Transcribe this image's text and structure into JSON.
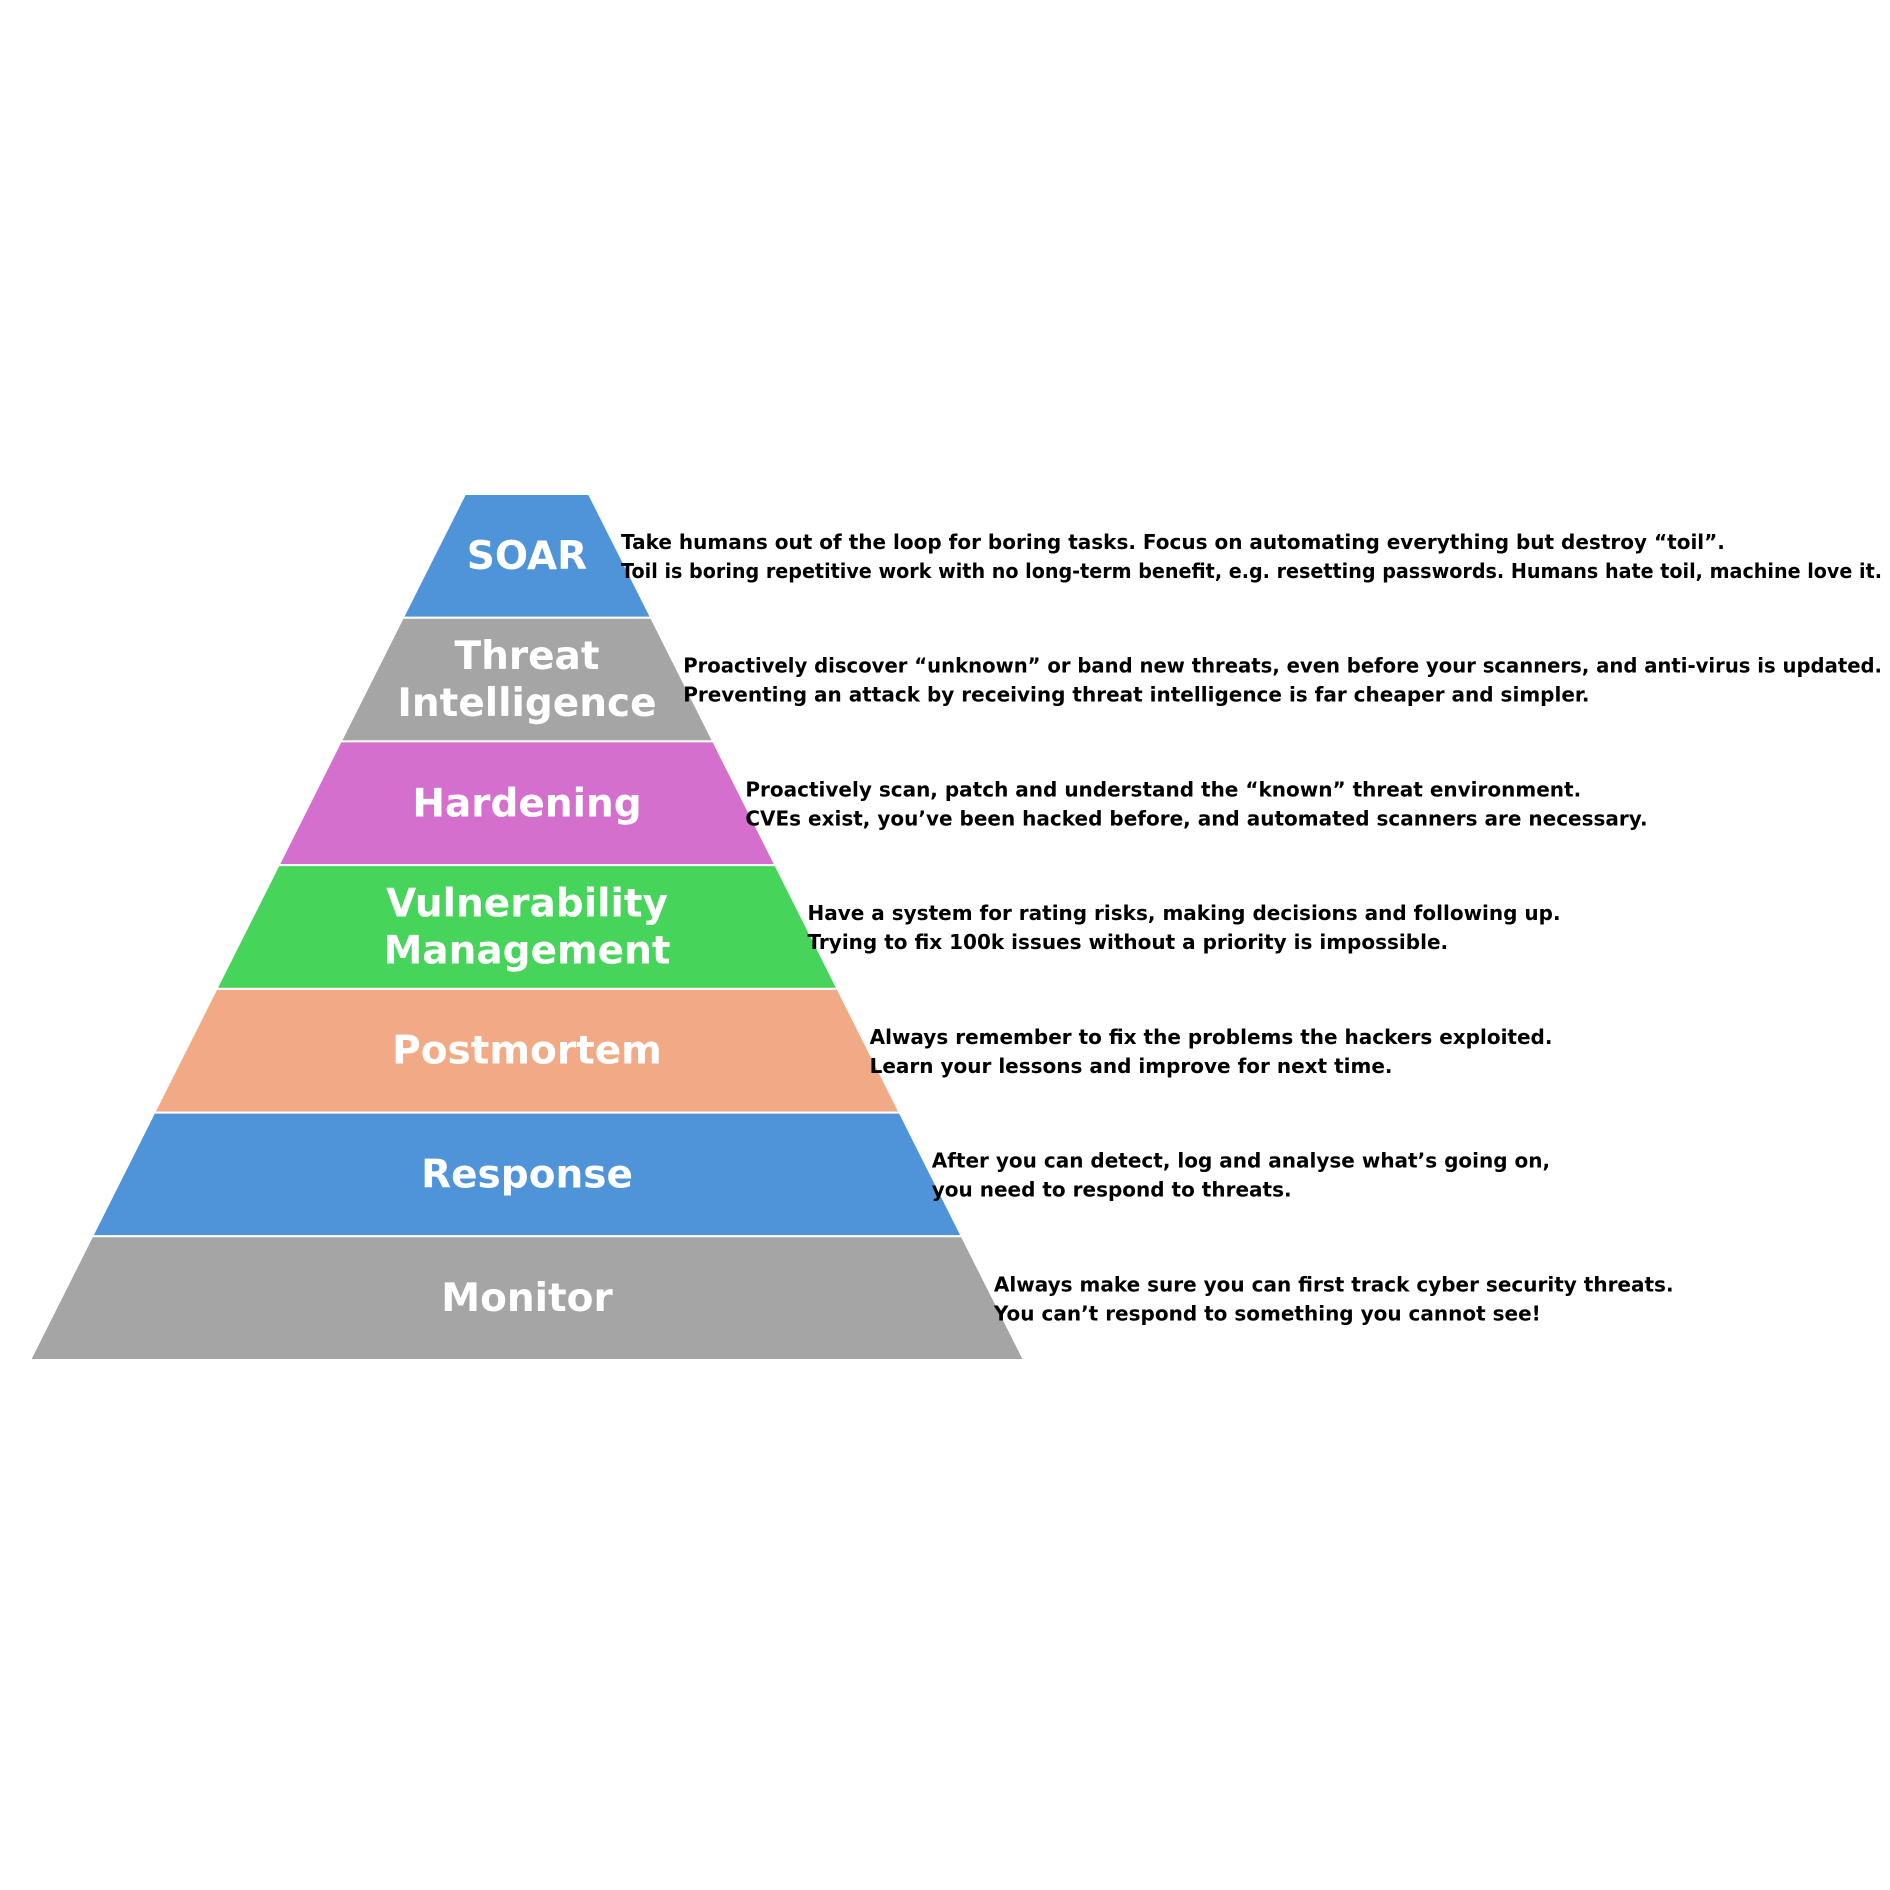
{
  "pyramid": {
    "layers": [
      {
        "name": "soar",
        "label_lines": [
          "SOAR"
        ],
        "color": "#4F93D8",
        "description": [
          "Take humans out of the loop for boring tasks. Focus on automating everything but destroy “toil”.",
          "Toil is boring repetitive work with no long-term benefit, e.g. resetting passwords. Humans hate toil, machine love it."
        ]
      },
      {
        "name": "threat-intelligence",
        "label_lines": [
          "Threat",
          "Intelligence"
        ],
        "color": "#A5A5A5",
        "description": [
          "Proactively discover “unknown” or band new threats, even before your scanners, and anti-virus is updated.",
          "Preventing an attack by receiving threat intelligence is far cheaper and simpler."
        ]
      },
      {
        "name": "hardening",
        "label_lines": [
          "Hardening"
        ],
        "color": "#D46FCE",
        "description": [
          "Proactively scan, patch and understand the “known” threat environment.",
          "CVEs exist, you’ve been hacked before, and automated scanners are necessary."
        ]
      },
      {
        "name": "vulnerability-management",
        "label_lines": [
          "Vulnerability",
          "Management"
        ],
        "color": "#47D45A",
        "description": [
          "Have a system for rating risks, making decisions and following up.",
          "Trying to fix 100k issues without a priority is impossible."
        ]
      },
      {
        "name": "postmortem",
        "label_lines": [
          "Postmortem"
        ],
        "color": "#F2AA86",
        "description": [
          "Always remember to fix the problems the hackers exploited.",
          "Learn your lessons and improve for next time."
        ]
      },
      {
        "name": "response",
        "label_lines": [
          "Response"
        ],
        "color": "#4F93D8",
        "description": [
          "After you can detect, log and analyse what’s going on,",
          "you need to respond to threats."
        ]
      },
      {
        "name": "monitor",
        "label_lines": [
          "Monitor"
        ],
        "color": "#A5A5A5",
        "description": [
          "Always make sure you can first track cyber security threats.",
          "You can’t respond to something you cannot see!"
        ]
      }
    ]
  }
}
